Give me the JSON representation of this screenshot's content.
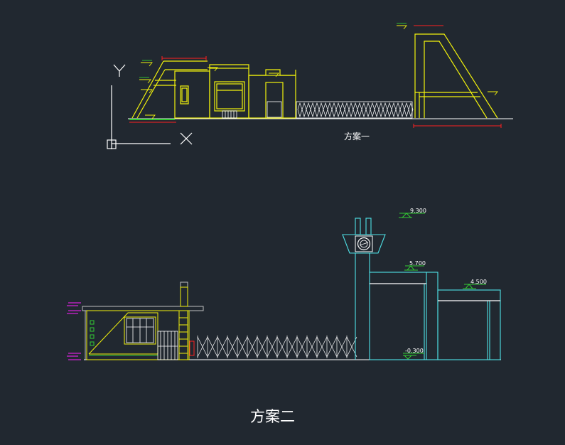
{
  "labels": {
    "scheme_one": "方案一",
    "scheme_two": "方案二"
  },
  "elevations": {
    "top": "9.300",
    "mid": "5.700",
    "side": "4.500",
    "ground": "-0.300"
  },
  "colors": {
    "background": "#212830",
    "yellow": "#f2f20c",
    "red": "#ff2020",
    "green": "#33cc33",
    "white": "#ffffff",
    "cyan": "#4fe3e8",
    "magenta": "#ff20ff",
    "grey": "#bfbfbf"
  }
}
